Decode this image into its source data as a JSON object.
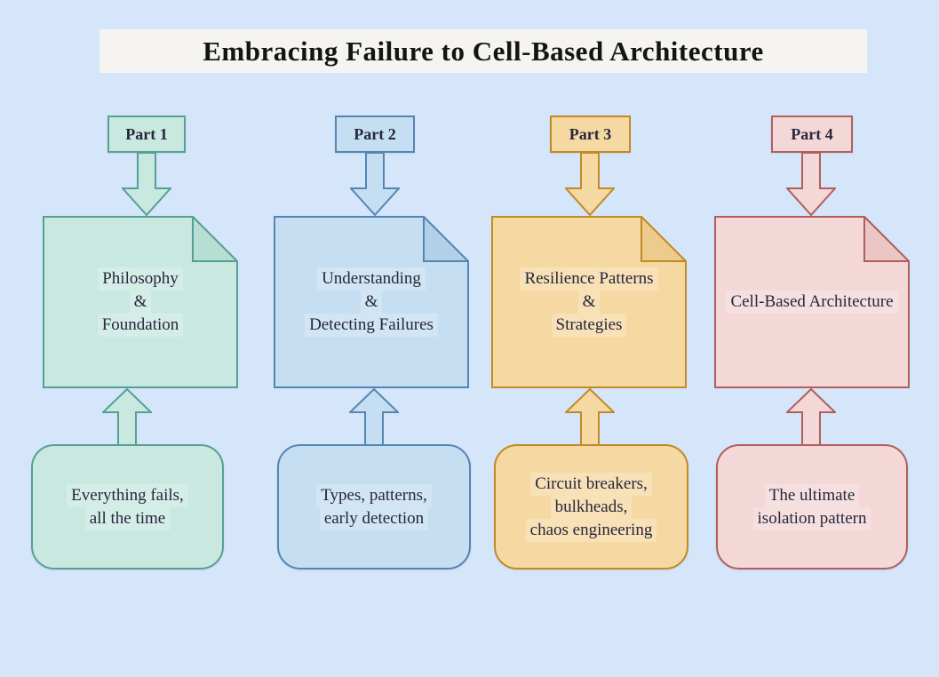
{
  "page": {
    "background": "#d5e6fa",
    "title": "Embracing Failure to Cell-Based Architecture",
    "title_bar_bg": "#f5f4f1",
    "title_color": "#141414",
    "text_color": "#26263c"
  },
  "parts": [
    {
      "badge": "Part 1",
      "doc_lines": [
        "Philosophy",
        "&",
        "Foundation"
      ],
      "note_lines": [
        "Everything fails,",
        "all the time"
      ],
      "colors": {
        "fill": "#c9e8e0",
        "stroke": "#55a094",
        "fold": "#b7ded3"
      }
    },
    {
      "badge": "Part 2",
      "doc_lines": [
        "Understanding",
        "&",
        "Detecting Failures"
      ],
      "note_lines": [
        "Types, patterns,",
        "early detection"
      ],
      "colors": {
        "fill": "#c6def1",
        "stroke": "#5585b5",
        "fold": "#b2d0e7"
      }
    },
    {
      "badge": "Part 3",
      "doc_lines": [
        "Resilience Patterns",
        "&",
        "Strategies"
      ],
      "note_lines": [
        "Circuit breakers,",
        "bulkheads,",
        "chaos engineering"
      ],
      "colors": {
        "fill": "#f6d9a2",
        "stroke": "#c08a25",
        "fold": "#eccb8c"
      }
    },
    {
      "badge": "Part 4",
      "doc_lines": [
        "Cell-Based Architecture"
      ],
      "note_lines": [
        "The ultimate",
        "isolation pattern"
      ],
      "colors": {
        "fill": "#f3d8d7",
        "stroke": "#b05f5d",
        "fold": "#eac7c5"
      }
    }
  ]
}
